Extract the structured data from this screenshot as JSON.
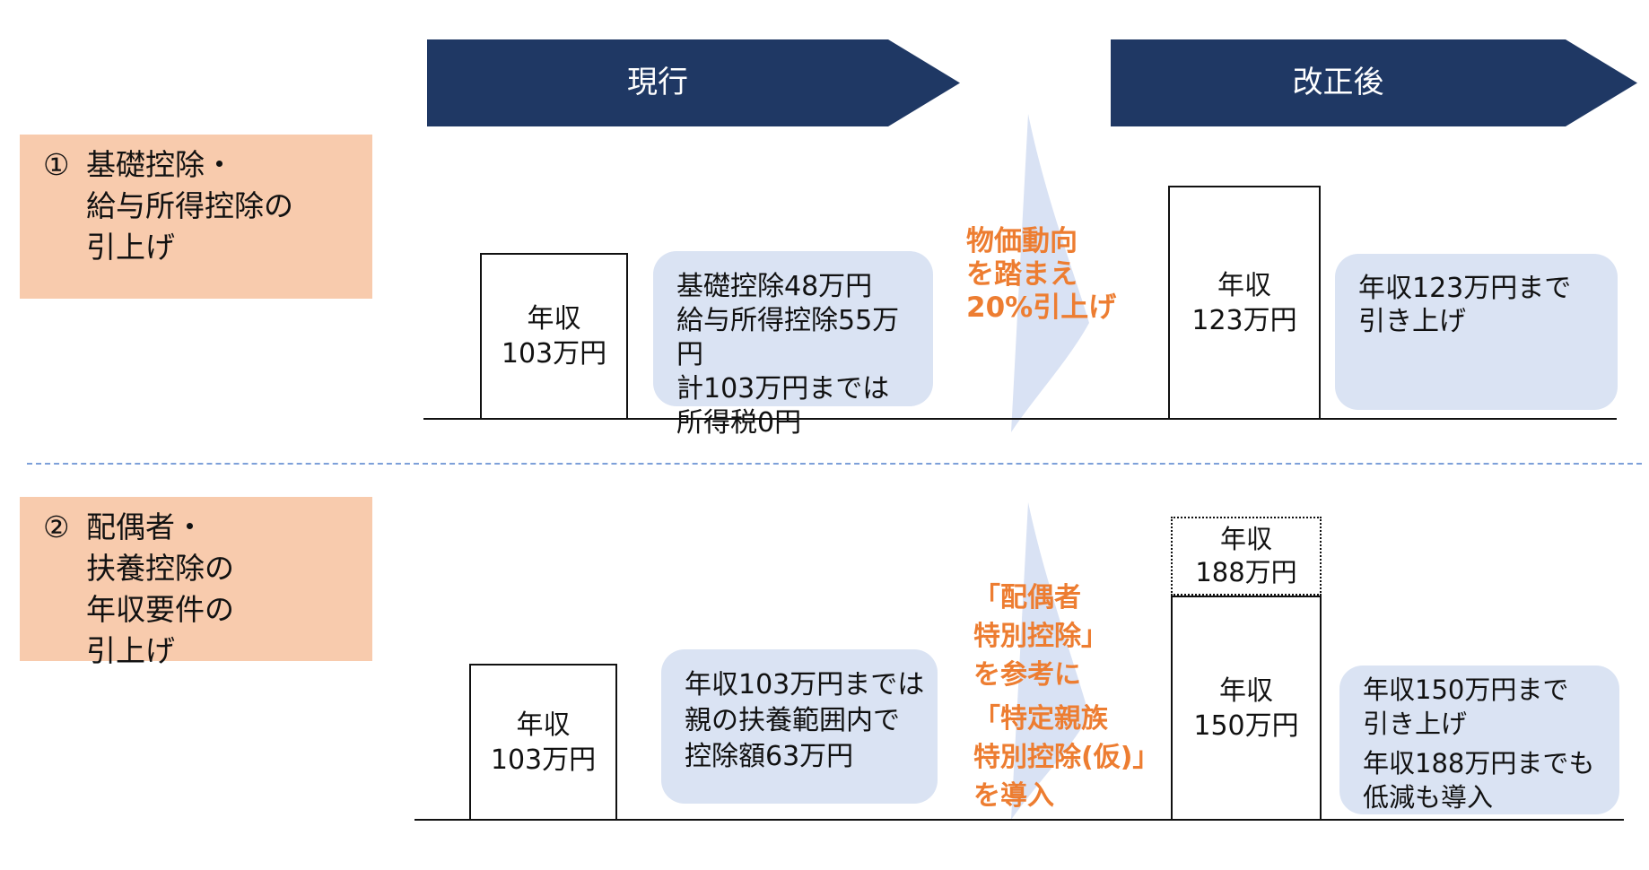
{
  "colors": {
    "banner_navy": "#1f3864",
    "label_peach": "#f8cbad",
    "note_blue": "#dae3f3",
    "arrow_blue": "#d9e2f4",
    "accent_orange": "#ed7d31",
    "line_black": "#111111",
    "divider_blue": "#7da0d9"
  },
  "banners": {
    "current": "現行",
    "revised": "改正後"
  },
  "row1": {
    "label": {
      "num": "①",
      "line1": "基礎控除・",
      "line2": "給与所得控除の",
      "line3": "引上げ"
    },
    "current_bar": {
      "line1": "年収",
      "line2": "103万円"
    },
    "current_note": {
      "line1": "基礎控除48万円",
      "line2": "給与所得控除55万円",
      "line3": "計103万円までは",
      "line4": "所得税0円"
    },
    "transition": {
      "line1": "物価動向",
      "line2": "を踏まえ",
      "line3": "20%引上げ"
    },
    "revised_bar": {
      "line1": "年収",
      "line2": "123万円"
    },
    "revised_note": {
      "line1": "年収123万円まで",
      "line2": "引き上げ"
    }
  },
  "row2": {
    "label": {
      "num": "②",
      "line1": "配偶者・",
      "line2": "扶養控除の",
      "line3": "年収要件の",
      "line4": "引上げ"
    },
    "current_bar": {
      "line1": "年収",
      "line2": "103万円"
    },
    "current_note": {
      "line1": "年収103万円までは",
      "line2": "親の扶養範囲内で",
      "line3": "控除額63万円"
    },
    "transition_a": {
      "line1": "「配偶者",
      "line2": "特別控除」",
      "line3": "を参考に"
    },
    "transition_b": {
      "line1": "「特定親族",
      "line2": "特別控除(仮)」",
      "line3": "を導入"
    },
    "revised_bar_upper": {
      "line1": "年収",
      "line2": "188万円"
    },
    "revised_bar_lower": {
      "line1": "年収",
      "line2": "150万円"
    },
    "revised_note_a": {
      "line1": "年収150万円まで",
      "line2": "引き上げ"
    },
    "revised_note_b": {
      "line1": "年収188万円までも",
      "line2": "低減も導入"
    }
  }
}
